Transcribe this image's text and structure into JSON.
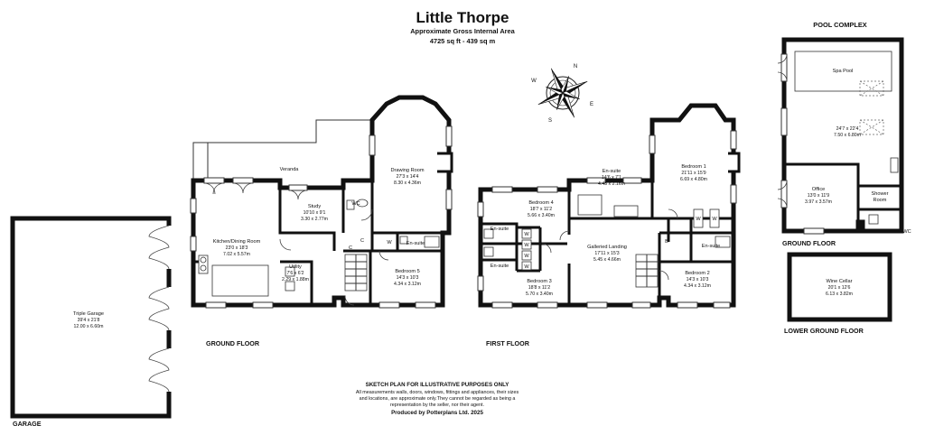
{
  "header": {
    "title": "Little Thorpe",
    "subtitle": "Approximate Gross Internal Area",
    "area": "4725 sq ft - 439 sq m"
  },
  "sections": {
    "pool_complex": "POOL COMPLEX",
    "ground_floor": "GROUND FLOOR",
    "first_floor": "FIRST FLOOR",
    "pool_ground_floor": "GROUND FLOOR",
    "lower_ground_floor": "LOWER GROUND FLOOR",
    "garage": "GARAGE"
  },
  "rooms": {
    "veranda": {
      "name": "Veranda"
    },
    "drawing_room": {
      "name": "Drawing Room",
      "imperial": "27'3 x 14'4",
      "metric": "8.30 x 4.36m"
    },
    "study": {
      "name": "Study",
      "imperial": "10'10 x 9'1",
      "metric": "3.30 x 2.77m"
    },
    "wc_ground": {
      "name": "WC"
    },
    "kitchen": {
      "name": "Kitchen/Dining Room",
      "imperial": "23'0 x 18'3",
      "metric": "7.02 x 5.57m"
    },
    "c1": {
      "name": "C"
    },
    "c2": {
      "name": "C"
    },
    "w_ground": {
      "name": "W"
    },
    "ensuite_ground": {
      "name": "En-suite"
    },
    "utility": {
      "name": "Utility",
      "imperial": "7'6 x 6'2",
      "metric": "2.29 x 1.88m"
    },
    "bedroom5": {
      "name": "Bedroom 5",
      "imperial": "14'3 x 10'3",
      "metric": "4.34 x 3.12m"
    },
    "garage": {
      "name": "Triple Garage",
      "imperial": "39'4 x 21'8",
      "metric": "12.00 x 6.60m"
    },
    "ensuite_main": {
      "name": "En-suite",
      "imperial": "14'6 x 7'1",
      "metric": "4.43 x 2.16m"
    },
    "bedroom1": {
      "name": "Bedroom 1",
      "imperial": "21'11 x 15'9",
      "metric": "6.69 x 4.80m"
    },
    "bedroom4": {
      "name": "Bedroom 4",
      "imperial": "18'7 x 11'2",
      "metric": "5.66 x 3.40m"
    },
    "ensuite_b4": {
      "name": "En-suite"
    },
    "ensuite_b3": {
      "name": "En-suite"
    },
    "w_b4a": {
      "name": "W"
    },
    "w_b4b": {
      "name": "W"
    },
    "w_b3a": {
      "name": "W"
    },
    "w_b3b": {
      "name": "W"
    },
    "w_b1a": {
      "name": "W"
    },
    "w_b1b": {
      "name": "W"
    },
    "b_first": {
      "name": "B"
    },
    "ensuite_b2": {
      "name": "En-suite"
    },
    "landing": {
      "name": "Galleried Landing",
      "imperial": "17'11 x 15'3",
      "metric": "5.45 x 4.66m"
    },
    "bedroom3": {
      "name": "Bedroom 3",
      "imperial": "18'8 x 11'2",
      "metric": "5.70 x 3.40m"
    },
    "bedroom2": {
      "name": "Bedroom 2",
      "imperial": "14'3 x 10'3",
      "metric": "4.34 x 3.12m"
    },
    "spa_pool": {
      "name": "Spa Pool"
    },
    "pool_hall": {
      "imperial": "24'7 x 22'4",
      "metric": "7.50 x 6.80m"
    },
    "office": {
      "name": "Office",
      "imperial": "13'0 x 11'9",
      "metric": "3.97 x 3.57m"
    },
    "shower": {
      "name": "Shower",
      "name2": "Room"
    },
    "wc_pool": {
      "name": "WC"
    },
    "wine_cellar": {
      "name": "Wine Cellar",
      "imperial": "20'1 x 12'6",
      "metric": "6.13 x 3.82m"
    }
  },
  "footer": {
    "heading": "SKETCH PLAN FOR ILLUSTRATIVE PURPOSES ONLY",
    "line1": "All measurements walls, doors, windows, fittings and appliances, their sizes",
    "line2": "and locations, are approximate only.They cannot be regarded as being a",
    "line3": "representation by the seller, nor their agent.",
    "producer": "Produced by Potterplans Ltd. 2025"
  },
  "compass": {
    "n": "N",
    "s": "S",
    "e": "E",
    "w": "W"
  }
}
